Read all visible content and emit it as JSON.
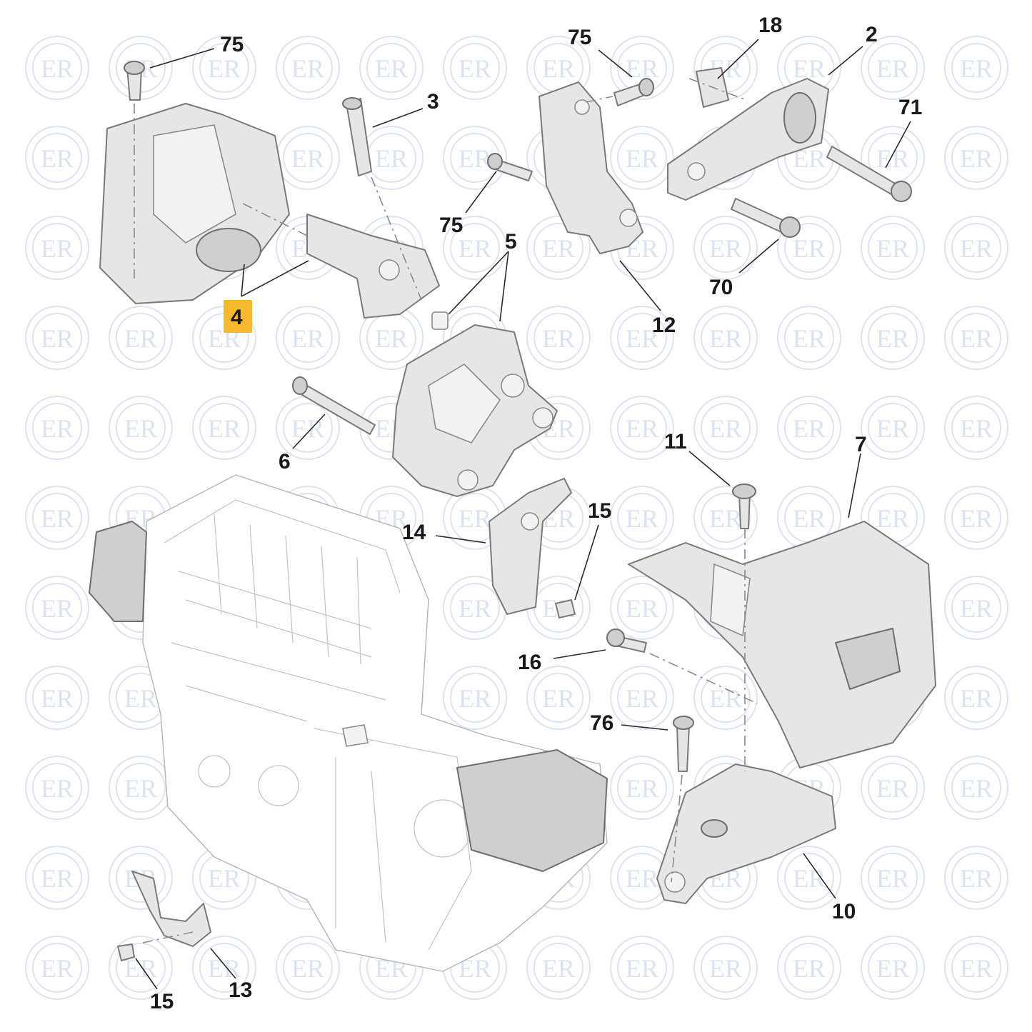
{
  "watermark": {
    "text": "ER",
    "color": "#dde2ef"
  },
  "highlight_color": "#f5b82e",
  "callouts": [
    {
      "id": "75a",
      "label": "75"
    },
    {
      "id": "3",
      "label": "3"
    },
    {
      "id": "4",
      "label": "4",
      "highlighted": true
    },
    {
      "id": "75b",
      "label": "75"
    },
    {
      "id": "18",
      "label": "18"
    },
    {
      "id": "2",
      "label": "2"
    },
    {
      "id": "71",
      "label": "71"
    },
    {
      "id": "75c",
      "label": "75"
    },
    {
      "id": "5",
      "label": "5"
    },
    {
      "id": "70",
      "label": "70"
    },
    {
      "id": "12",
      "label": "12"
    },
    {
      "id": "6",
      "label": "6"
    },
    {
      "id": "11",
      "label": "11"
    },
    {
      "id": "7",
      "label": "7"
    },
    {
      "id": "14",
      "label": "14"
    },
    {
      "id": "15a",
      "label": "15"
    },
    {
      "id": "16",
      "label": "16"
    },
    {
      "id": "76",
      "label": "76"
    },
    {
      "id": "10",
      "label": "10"
    },
    {
      "id": "13",
      "label": "13"
    },
    {
      "id": "15b",
      "label": "15"
    }
  ]
}
